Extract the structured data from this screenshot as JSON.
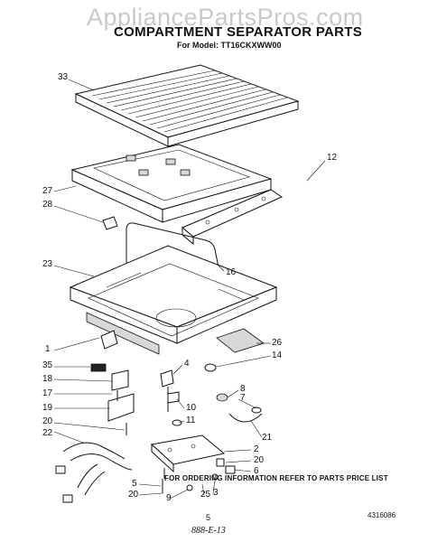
{
  "watermark": "AppliancePartsPros.com",
  "title": "COMPARTMENT SEPARATOR PARTS",
  "model_line": "For Model: TT16CKXWW00",
  "callouts": {
    "c33": "33",
    "c12": "12",
    "c27": "27",
    "c28": "28",
    "c23": "23",
    "c16": "16",
    "c1": "1",
    "c26": "26",
    "c14": "14",
    "c35": "35",
    "c4": "4",
    "c18": "18",
    "c8": "8",
    "c7": "7",
    "c17": "17",
    "c10": "10",
    "c19": "19",
    "c11": "11",
    "c20a": "20",
    "c21": "21",
    "c22": "22",
    "c2": "2",
    "c20b": "20",
    "c6": "6",
    "c5": "5",
    "c3": "3",
    "c20c": "20",
    "c9": "9",
    "c25": "25"
  },
  "footer": {
    "note": "FOR ORDERING INFORMATION REFER TO PARTS PRICE LIST",
    "page": "5",
    "part_number": "4316086",
    "signature": "888-E-13"
  }
}
